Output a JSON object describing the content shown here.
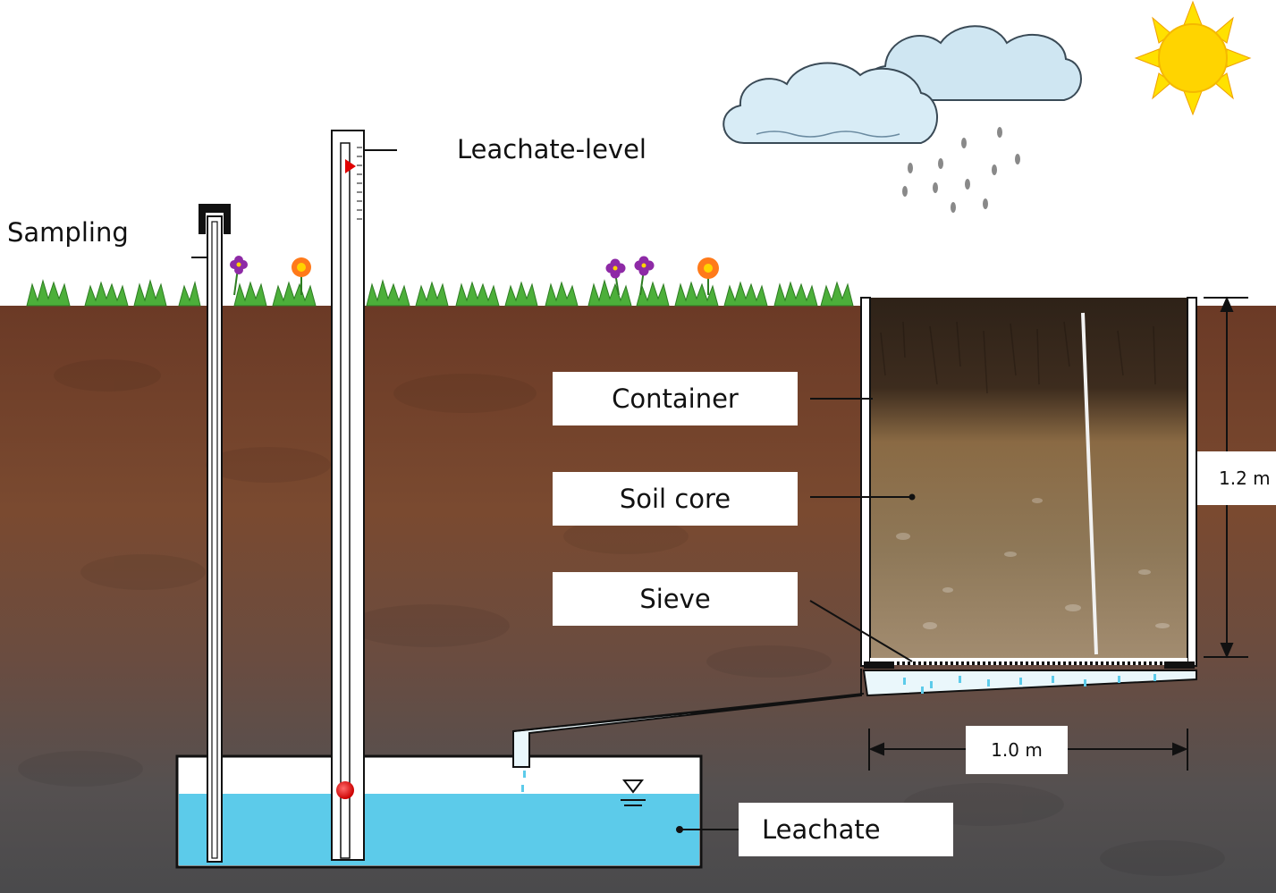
{
  "labels": {
    "sampling": "Sampling",
    "leachate_level": "Leachate-level",
    "container": "Container",
    "soil_core": "Soil core",
    "sieve": "Sieve",
    "leachate": "Leachate",
    "height_dim": "1.2 m",
    "width_dim": "1.0 m"
  },
  "colors": {
    "sky": "#ffffff",
    "grass": "#4caf3a",
    "soil_top": "#6a3a24",
    "soil_mid": "#7a452c",
    "soil_low": "#5a4a42",
    "soil_deep": "#4e4e50",
    "leachate": "#5ccbea",
    "sun": "#ffd400",
    "cloud": "#cfe6f2"
  }
}
